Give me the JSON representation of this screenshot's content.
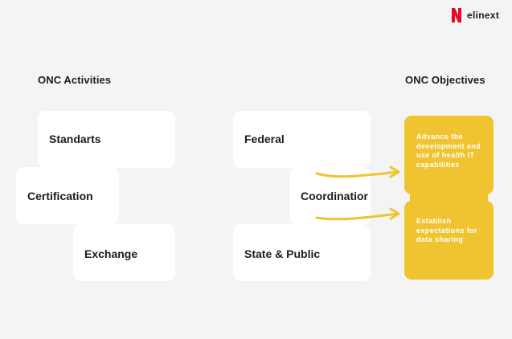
{
  "brand": {
    "name": "elinext",
    "accent": "#e30b2b"
  },
  "headings": {
    "activities": "ONC Activities",
    "objectives": "ONC Objectives"
  },
  "activities": [
    "Standarts",
    "Certification",
    "Exchange"
  ],
  "partners": {
    "federal": "Federal",
    "coordination": "Coordinatior",
    "state": "State & Public"
  },
  "objectives": [
    "Advance the development and use of health IT capabilities",
    "Establish expectations for data sharing"
  ],
  "colors": {
    "background": "#f4f4f4",
    "tile": "#ffffff",
    "objective": "#f0c430"
  },
  "icons": {
    "arrow": "arrow-right-icon",
    "logo": "elinext-logo-icon"
  }
}
